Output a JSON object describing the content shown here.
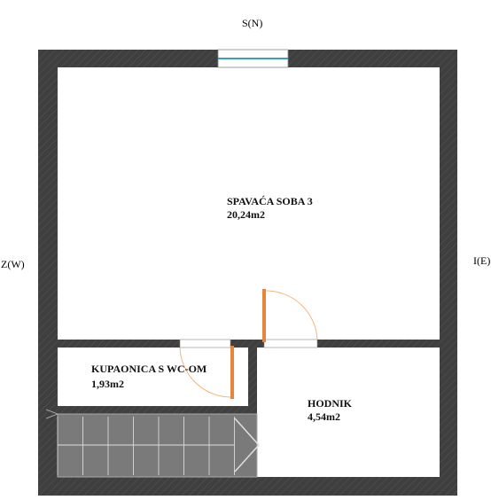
{
  "compass": {
    "north": "S(N)",
    "west": "Z(W)",
    "east": "I(E)"
  },
  "rooms": [
    {
      "name": "SPAVAĆA SOBA 3",
      "area": "20,24m2"
    },
    {
      "name": "KUPAONICA S WC-OM",
      "area": "1,93m2"
    },
    {
      "name": "HODNIK",
      "area": "4,54m2"
    }
  ],
  "colors": {
    "wall": "#3f3f3f",
    "wall_hatch": "#4a4a4a",
    "door_leaf": "#e8843c",
    "door_swing": "#f0b070",
    "window_glass": "#3aa0b8",
    "stair_tread": "#777777",
    "stair_edge": "#dddddd"
  }
}
